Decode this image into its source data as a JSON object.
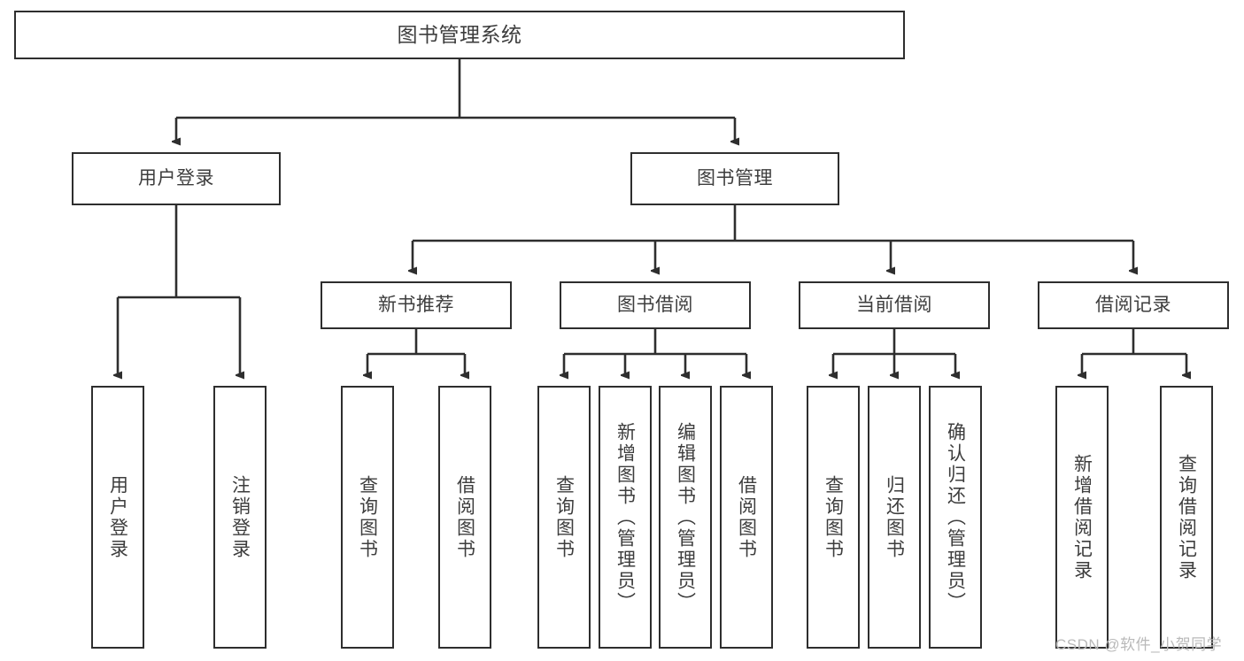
{
  "diagram": {
    "title": "图书管理系统",
    "watermark": "CSDN @软件_小贺同学",
    "colors": {
      "background": "#ffffff",
      "border": "#2e2e2e",
      "text": "#3d3d3d",
      "edge": "#2e2e2e",
      "watermark": "#b9b9b9"
    },
    "nodes": {
      "root": {
        "label": "图书管理系统"
      },
      "level1": [
        {
          "id": "user-login",
          "label": "用户登录"
        },
        {
          "id": "book-manage",
          "label": "图书管理"
        }
      ],
      "level2": [
        {
          "id": "new-book-recommend",
          "label": "新书推荐"
        },
        {
          "id": "book-borrow",
          "label": "图书借阅"
        },
        {
          "id": "current-borrow",
          "label": "当前借阅"
        },
        {
          "id": "borrow-record",
          "label": "借阅记录"
        }
      ],
      "leaves": {
        "user_login": [
          {
            "id": "leaf-user-login",
            "label": "用户登录"
          },
          {
            "id": "leaf-logout-login",
            "label": "注销登录"
          }
        ],
        "new_book_recommend": [
          {
            "id": "leaf-query-book-1",
            "label": "查询图书"
          },
          {
            "id": "leaf-borrow-book-1",
            "label": "借阅图书"
          }
        ],
        "book_borrow": [
          {
            "id": "leaf-query-book-2",
            "label": "查询图书"
          },
          {
            "id": "leaf-add-book",
            "label": "新增图书（管理员）"
          },
          {
            "id": "leaf-edit-book",
            "label": "编辑图书（管理员）"
          },
          {
            "id": "leaf-borrow-book-2",
            "label": "借阅图书"
          }
        ],
        "current_borrow": [
          {
            "id": "leaf-query-book-3",
            "label": "查询图书"
          },
          {
            "id": "leaf-return-book",
            "label": "归还图书"
          },
          {
            "id": "leaf-confirm-return",
            "label": "确认归还（管理员）"
          }
        ],
        "borrow_record": [
          {
            "id": "leaf-add-borrow-record",
            "label": "新增借阅记录"
          },
          {
            "id": "leaf-query-borrow-record",
            "label": "查询借阅记录"
          }
        ]
      }
    }
  }
}
